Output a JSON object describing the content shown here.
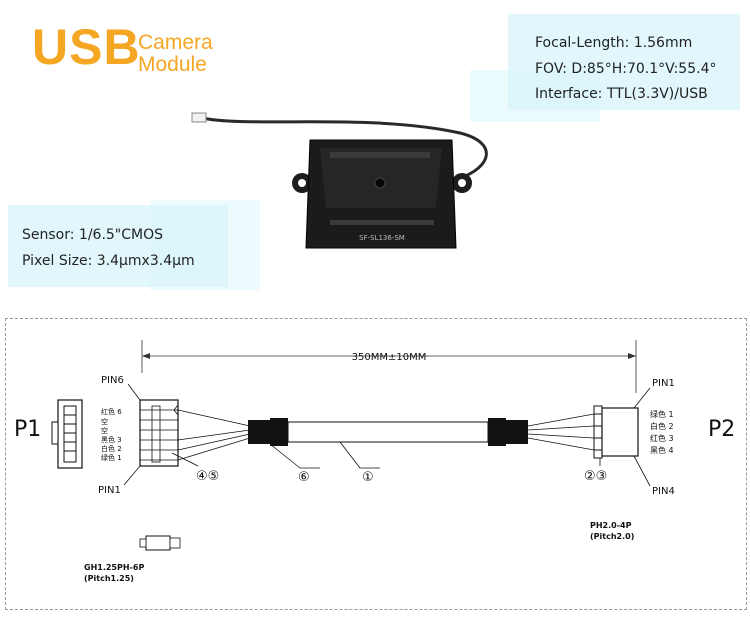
{
  "header": {
    "title_main": "USB",
    "title_line1": "Camera",
    "title_line2": "Module"
  },
  "specs_right": [
    "Focal-Length: 1.56mm",
    "FOV:  D:85°H:70.1°V:55.4°",
    "Interface: TTL(3.3V)/USB"
  ],
  "specs_left": [
    "Sensor: 1/6.5\"CMOS",
    "Pixel Size: 3.4μmx3.4μm"
  ],
  "module": {
    "model_label": "SF-SL136-SM"
  },
  "diagram": {
    "length": "350MM±10MM",
    "p1_label": "P1",
    "p2_label": "P2",
    "p1_pin_top": "PIN6",
    "p1_pin_bottom": "PIN1",
    "p2_pin_top": "PIN1",
    "p2_pin_bottom": "PIN4",
    "p1_wires": [
      "红色 6",
      "空",
      "空",
      "黑色 3",
      "白色 2",
      "绿色 1"
    ],
    "p2_wires": [
      "绿色 1",
      "白色 2",
      "红色 3",
      "黑色 4"
    ],
    "callout_45": "④⑤",
    "callout_6": "⑥",
    "callout_1": "①",
    "callout_23": "②③",
    "p1_connector_line1": "GH1.25PH-6P",
    "p1_connector_line2": "(Pitch1.25)",
    "p2_connector_line1": "PH2.0-4P",
    "p2_connector_line2": "(Pitch2.0)"
  }
}
